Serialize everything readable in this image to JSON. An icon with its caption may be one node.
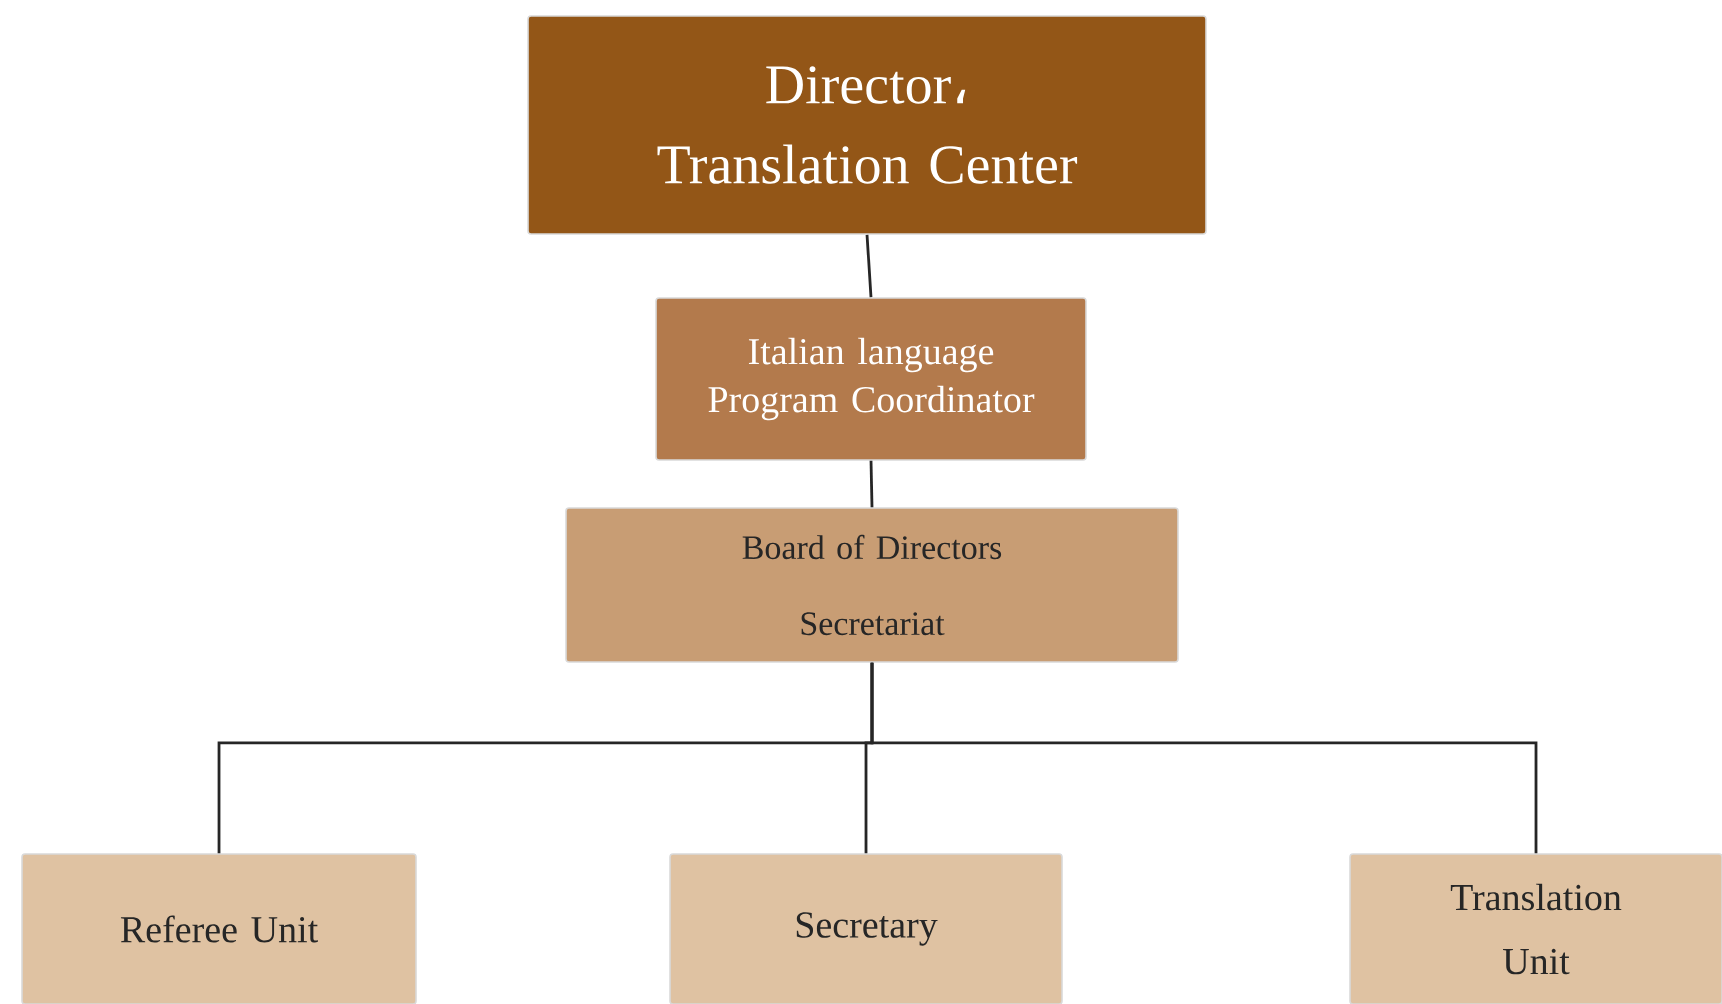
{
  "diagram": {
    "nodes": [
      {
        "text": [
          "Director، Translation Center"
        ]
      },
      {
        "text": [
          "Italian language Program Coordinator"
        ]
      },
      {
        "text": [
          "Board of Directors Secretariat"
        ]
      },
      {
        "text": [
          "Referee Unit"
        ]
      },
      {
        "text": [
          "Secretary"
        ]
      },
      {
        "text": [
          "Translation Unit"
        ]
      }
    ],
    "edges": [
      {
        "from": 0,
        "to": 1,
        "arrow": "none"
      },
      {
        "from": 1,
        "to": 2,
        "arrow": "none"
      },
      {
        "from": 2,
        "to": 3,
        "arrow": "none"
      },
      {
        "from": 2,
        "to": 4,
        "arrow": "none"
      },
      {
        "from": 2,
        "to": 5,
        "arrow": "none"
      }
    ]
  }
}
